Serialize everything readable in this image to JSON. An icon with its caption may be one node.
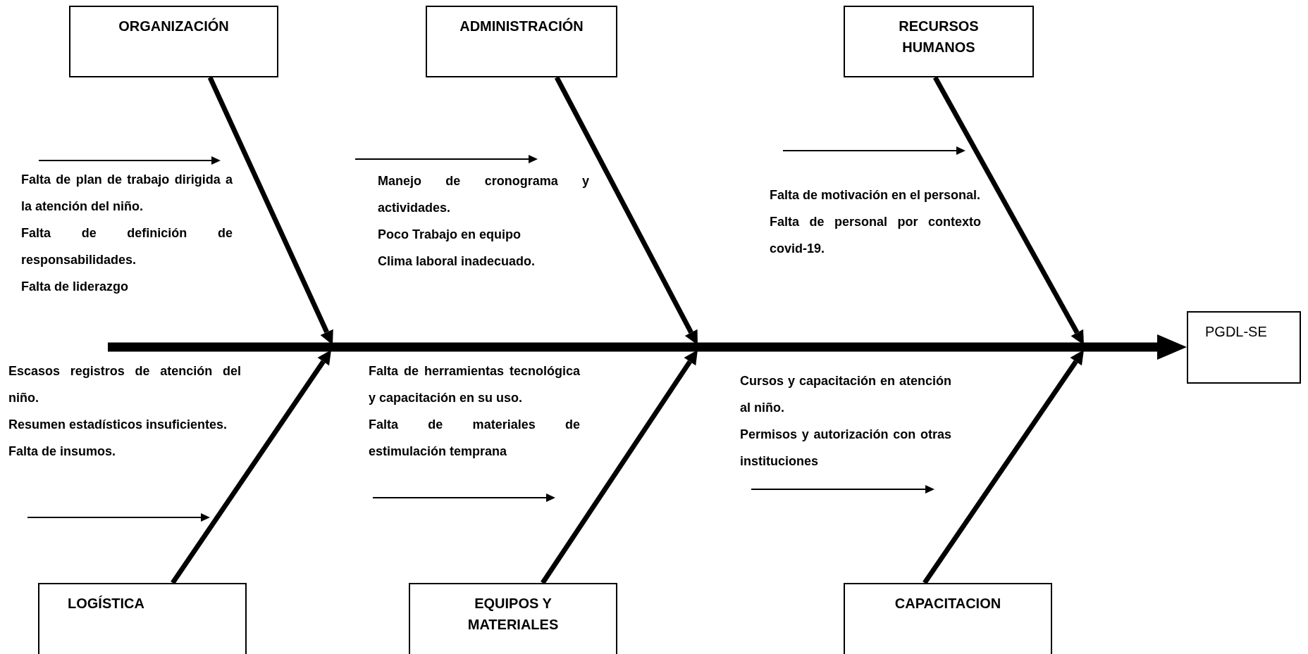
{
  "diagram": {
    "nodes": [
      {
        "text": [
          "ORGANIZACIÓN"
        ]
      },
      {
        "text": [
          "ADMINISTRACIÓN"
        ]
      },
      {
        "text": [
          "RECURSOS HUMANOS"
        ]
      },
      {
        "text": [
          "PGDL-SE"
        ]
      },
      {
        "text": [
          "LOGÍSTICA"
        ]
      },
      {
        "text": [
          "EQUIPOS Y MATERIALES"
        ]
      },
      {
        "text": [
          "CAPACITACION"
        ]
      }
    ],
    "edges": [
      {
        "from": null,
        "to": 3,
        "arrow": "to",
        "style": "thick"
      },
      {
        "from": 0,
        "to": null,
        "arrow": "to"
      },
      {
        "from": 1,
        "to": null,
        "arrow": "to"
      },
      {
        "from": 2,
        "to": null,
        "arrow": "to"
      },
      {
        "from": 4,
        "to": null,
        "arrow": "to"
      },
      {
        "from": 5,
        "to": null,
        "arrow": "to"
      },
      {
        "from": 6,
        "to": null,
        "arrow": "to"
      }
    ],
    "labels": [
      "Falta de plan de trabajo dirigida a la atención del niño.",
      "Falta de definición de responsabilidades.",
      "Falta de liderazgo",
      "Manejo de cronograma y actividades.",
      "Poco Trabajo en equipo",
      "Clima laboral inadecuado.",
      "Falta de motivación en el personal.",
      "Falta de personal por contexto covid-19.",
      "Escasos registros de atención del niño.",
      "Resumen estadísticos insuficientes.",
      "Falta de insumos.",
      "Falta de herramientas tecnológica y capacitación en su uso.",
      "Falta de materiales de estimulación temprana",
      "Cursos y capacitación en atención al niño.",
      "Permisos y autorización con otras instituciones"
    ]
  }
}
